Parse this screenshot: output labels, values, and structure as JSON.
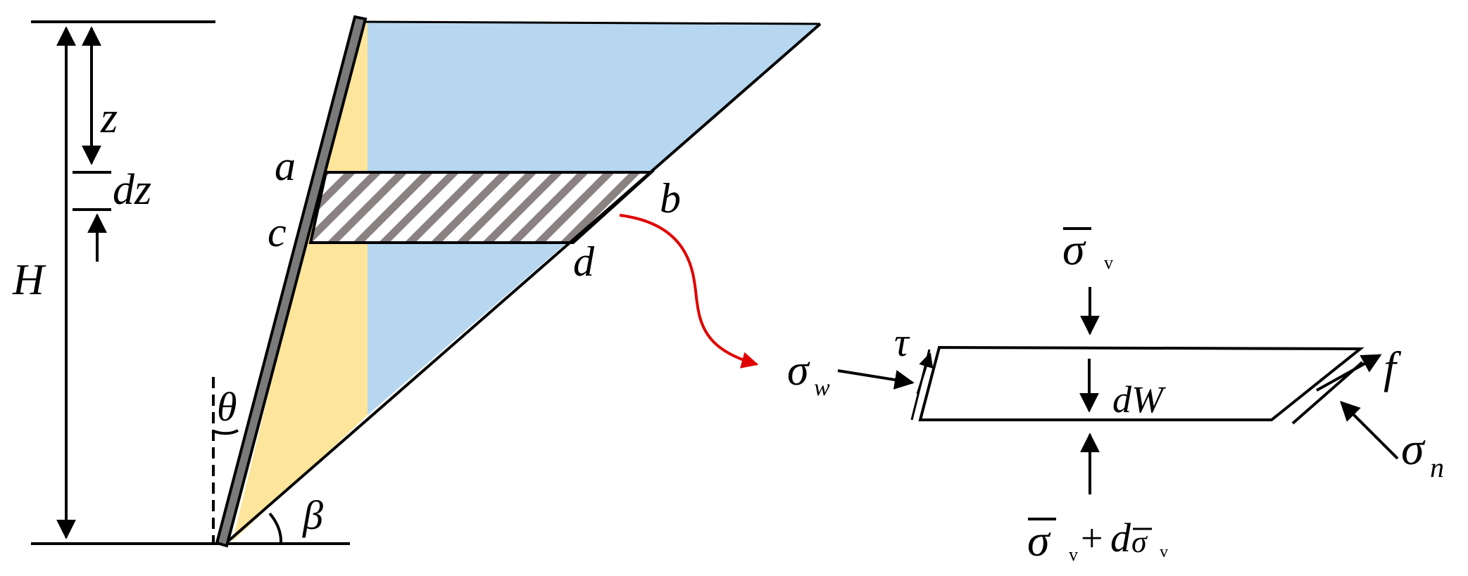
{
  "labels": {
    "height": "H",
    "depth": "z",
    "thickness": "dz",
    "pt_a": "a",
    "pt_b": "b",
    "pt_c": "c",
    "pt_d": "d",
    "wall_angle": "θ",
    "slope_angle": "β"
  },
  "element": {
    "sigma_v_top_base": "σ",
    "sigma_v_top_sub": "v",
    "tau": "τ",
    "sigma_w_base": "σ",
    "sigma_w_sub": "w",
    "weight": "dW",
    "friction": "f",
    "sigma_n_base": "σ",
    "sigma_n_sub": "n",
    "bottom_sigma_base": "σ",
    "bottom_sigma_sub": "v",
    "bottom_plus": "+",
    "bottom_d": "d",
    "bottom_dsigma_base": "σ",
    "bottom_dsigma_sub": "v"
  },
  "colors": {
    "soil_fill": "#b6d7ef",
    "wedge_fill": "#fde59c",
    "wall_fill": "#7a7a7a",
    "hatch_stripe": "#8a8282",
    "transfer_arrow": "#e00000"
  }
}
